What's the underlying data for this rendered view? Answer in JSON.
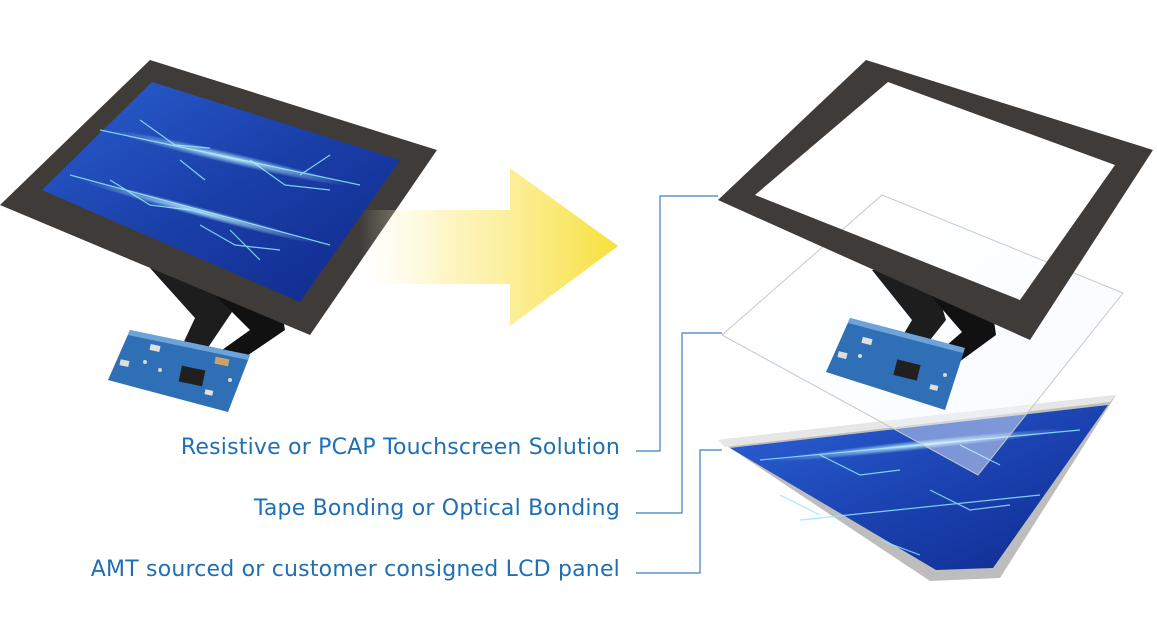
{
  "labels": {
    "touchscreen": "Resistive or PCAP Touchscreen Solution",
    "bonding": "Tape Bonding or Optical Bonding",
    "lcd": "AMT sourced or customer consigned LCD panel"
  },
  "colors": {
    "label_text": "#1f6fb4",
    "leader_line": "#3a7fc1",
    "bezel": "#3f3b39",
    "display_blue": "#1d49b8",
    "display_glow": "#8fe8ff",
    "arrow_yellow": "#f7e03a",
    "pcb_blue": "#2f6fb6",
    "flex_cable": "#1d1d1d",
    "lcd_frame": "#cfcfcf"
  },
  "icons": {
    "assembled": "assembled-touch-display-icon",
    "arrow": "transform-arrow-icon",
    "touch_layer": "touch-panel-frame-icon",
    "bond_layer": "bonding-film-icon",
    "lcd_layer": "lcd-panel-icon",
    "controller": "controller-board-icon"
  }
}
